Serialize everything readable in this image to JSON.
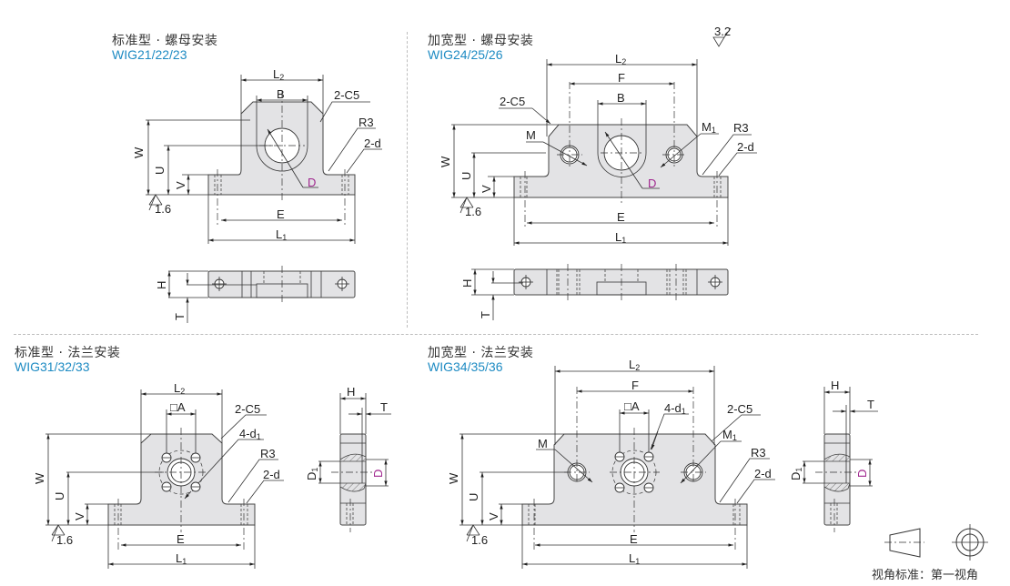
{
  "panels": [
    {
      "id": "standard-nut",
      "title": "标准型 · 螺母安装",
      "models": "WIG21/22/23",
      "front_labels": {
        "L2": "L2",
        "B": "B",
        "C5": "2-C5",
        "R3": "R3",
        "d": "2-d",
        "W": "W",
        "U": "U",
        "V": "V",
        "D": "D",
        "E": "E",
        "L1": "L1",
        "roughness": "1.6"
      },
      "top_labels": {
        "H": "H",
        "T": "T"
      }
    },
    {
      "id": "wide-nut",
      "title": "加宽型 · 螺母安装",
      "models": "WIG24/25/26",
      "front_labels": {
        "L2": "L2",
        "F": "F",
        "B": "B",
        "C5": "2-C5",
        "M": "M",
        "M1": "M1",
        "R3": "R3",
        "d": "2-d",
        "W": "W",
        "U": "U",
        "V": "V",
        "D": "D",
        "E": "E",
        "L1": "L1",
        "roughness": "1.6"
      },
      "top_labels": {
        "H": "H",
        "T": "T"
      }
    },
    {
      "id": "standard-flange",
      "title": "标准型 · 法兰安装",
      "models": "WIG31/32/33",
      "front_labels": {
        "L2": "L2",
        "A": "□A",
        "C5": "2-C5",
        "d1": "4-d1",
        "R3": "R3",
        "d": "2-d",
        "W": "W",
        "U": "U",
        "V": "V",
        "E": "E",
        "L1": "L1",
        "roughness": "1.6"
      },
      "side_labels": {
        "H": "H",
        "T": "T",
        "D1": "D1",
        "D": "D"
      }
    },
    {
      "id": "wide-flange",
      "title": "加宽型 · 法兰安装",
      "models": "WIG34/35/36",
      "front_labels": {
        "L2": "L2",
        "F": "F",
        "A": "□A",
        "d1": "4-d1",
        "C5": "2-C5",
        "M": "M",
        "M1": "M1",
        "R3": "R3",
        "d": "2-d",
        "W": "W",
        "U": "U",
        "V": "V",
        "E": "E",
        "L1": "L1",
        "roughness": "1.6"
      },
      "side_labels": {
        "H": "H",
        "T": "T",
        "D1": "D1",
        "D": "D"
      }
    }
  ],
  "general_roughness": "3.2",
  "projection": {
    "label": "视角标准：第一视角",
    "icons": [
      "truncated-cone-icon",
      "concentric-circles-icon"
    ]
  },
  "colors": {
    "model_text": "#1e8bc3",
    "dimension_D": "#a0268e",
    "part_fill": "#e3e3e5"
  }
}
